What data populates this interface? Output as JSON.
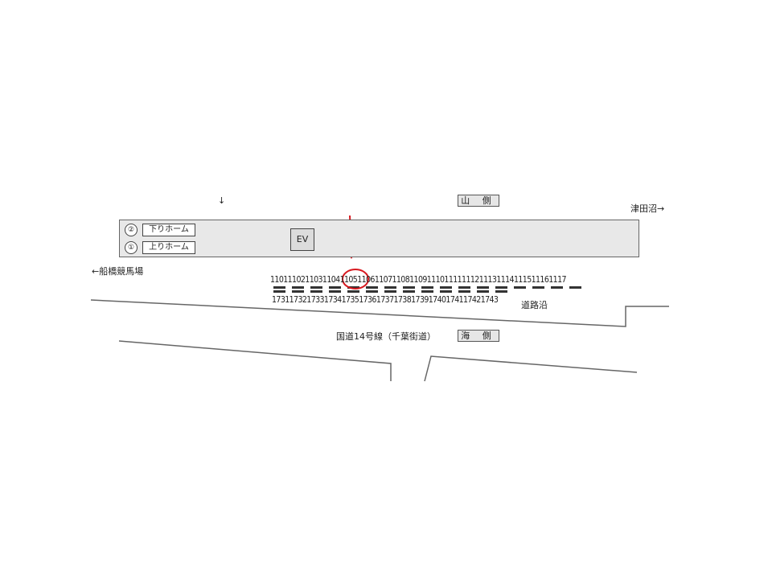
{
  "directions": {
    "left": "←船橋競馬場",
    "right": "津田沼→",
    "down_arrow": "↓"
  },
  "side_labels": {
    "mountain": "山 側",
    "sea": "海 側"
  },
  "platform": {
    "tracks": [
      {
        "num": "②",
        "name": "下りホーム"
      },
      {
        "num": "①",
        "name": "上りホーム"
      }
    ],
    "elevator": "EV"
  },
  "numbers_top": [
    "1101",
    "1102",
    "1103",
    "1104",
    "1105",
    "1106",
    "1107",
    "1108",
    "1109",
    "1110",
    "1111",
    "1112",
    "1113",
    "1114",
    "1115",
    "1116",
    "1117"
  ],
  "numbers_bottom": [
    "1731",
    "1732",
    "1733",
    "1734",
    "1735",
    "1736",
    "1737",
    "1738",
    "1739",
    "1740",
    "1741",
    "1742",
    "1743"
  ],
  "highlight": {
    "number": "1105",
    "color": "#d71920"
  },
  "road_labels": {
    "along_road": "道路沿",
    "route": "国道14号線（千葉街道）"
  }
}
